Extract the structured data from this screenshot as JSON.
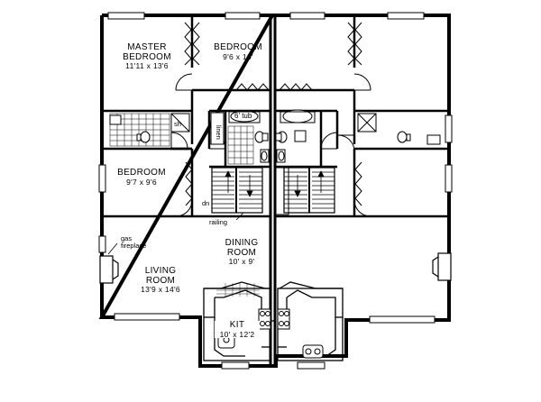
{
  "rooms": {
    "master_bedroom": {
      "name_line1": "MASTER",
      "name_line2": "BEDROOM",
      "dims": "11'11 x 13'6"
    },
    "bedroom_top": {
      "name": "BEDROOM",
      "dims": "9'6 x 10'"
    },
    "bedroom_left": {
      "name": "BEDROOM",
      "dims": "9'7 x 9'6"
    },
    "dining_room": {
      "name_line1": "DINING",
      "name_line2": "ROOM",
      "dims": "10' x 9'"
    },
    "living_room": {
      "name_line1": "LIVING",
      "name_line2": "ROOM",
      "dims": "13'9 x 14'6"
    },
    "kitchen": {
      "name": "KIT",
      "dims": "10' x 12'2"
    }
  },
  "labels": {
    "tub": "6' tub",
    "linen": "linen",
    "shower": "sh",
    "down": "dn",
    "railing": "railing",
    "gas": "gas",
    "fireplace": "fireplace"
  }
}
